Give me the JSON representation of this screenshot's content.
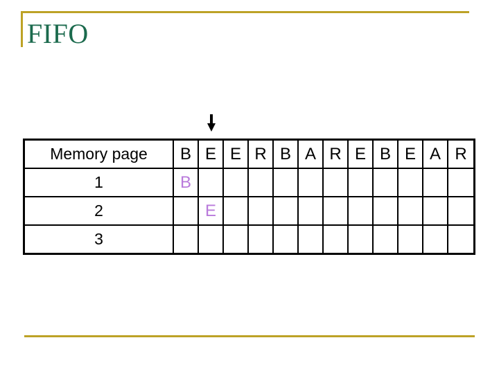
{
  "slide": {
    "title": "FIFO",
    "table": {
      "header_label": "Memory page",
      "sequence": [
        "B",
        "E",
        "E",
        "R",
        "B",
        "A",
        "R",
        "E",
        "B",
        "E",
        "A",
        "R"
      ],
      "rows": [
        {
          "label": "1",
          "cells": [
            "B",
            "",
            "",
            "",
            "",
            "",
            "",
            "",
            "",
            "",
            "",
            ""
          ]
        },
        {
          "label": "2",
          "cells": [
            "",
            "E",
            "",
            "",
            "",
            "",
            "",
            "",
            "",
            "",
            "",
            ""
          ]
        },
        {
          "label": "3",
          "cells": [
            "",
            "",
            "",
            "",
            "",
            "",
            "",
            "",
            "",
            "",
            "",
            ""
          ]
        }
      ],
      "arrow_column_index": 1
    },
    "colors": {
      "title_green": "#1B6A4D",
      "accent_gold": "#BDA226",
      "placed_letter_purple": "#B97ADB",
      "table_border": "#000000"
    }
  }
}
